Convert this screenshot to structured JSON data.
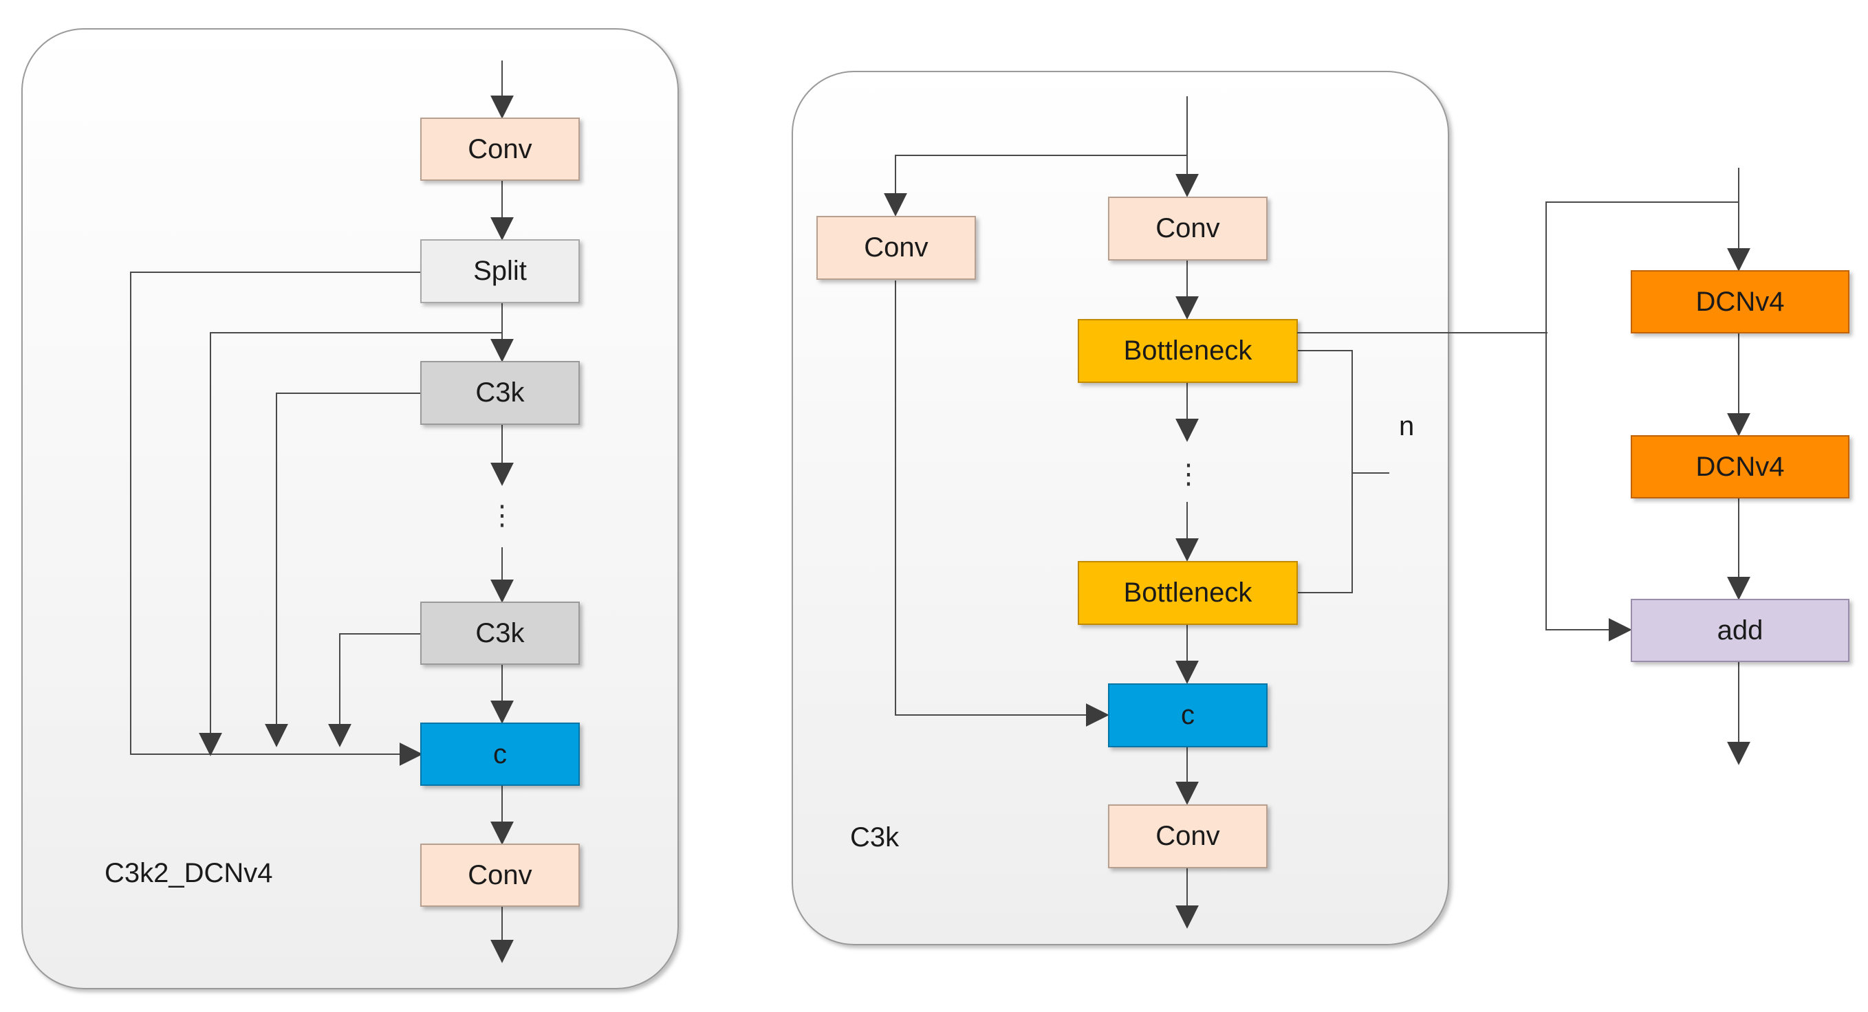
{
  "colors": {
    "conv": "#fde3d2",
    "split": "#eeeeee",
    "c3k": "#d4d4d4",
    "concat": "#00a0e0",
    "bottleneck": "#ffbf00",
    "dcn": "#ff8c00",
    "add": "#d6cce3",
    "panel": "#f3f3f3",
    "line": "#4a4a4a"
  },
  "panels": {
    "c3k2_dcnv4": {
      "label": "C3k2_DCNv4",
      "blocks": {
        "conv_in": "Conv",
        "split": "Split",
        "c3k_first": "C3k",
        "ellipsis": "⋮",
        "c3k_last": "C3k",
        "concat": "c",
        "conv_out": "Conv"
      }
    },
    "c3k": {
      "label": "C3k",
      "blocks": {
        "conv_side": "Conv",
        "conv_main": "Conv",
        "bottleneck_first": "Bottleneck",
        "ellipsis": "⋮",
        "bottleneck_last": "Bottleneck",
        "concat": "c",
        "conv_out": "Conv"
      },
      "repeat_label": "n"
    },
    "bottleneck_detail": {
      "blocks": {
        "dcn_first": "DCNv4",
        "dcn_second": "DCNv4",
        "add": "add"
      }
    }
  }
}
